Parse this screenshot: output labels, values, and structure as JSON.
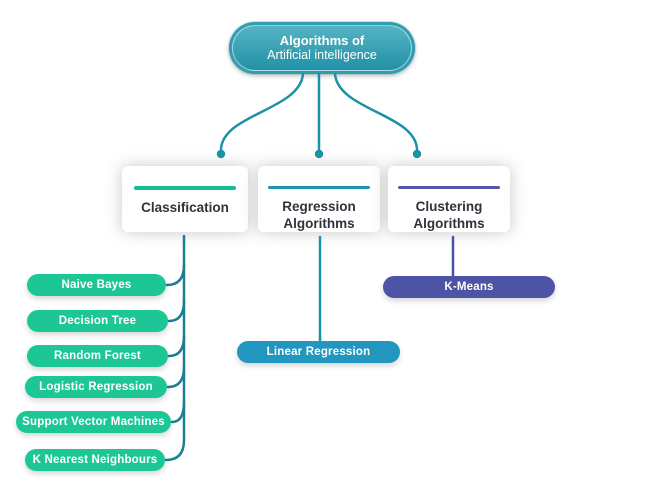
{
  "title_node": {
    "line1": "Algorithms of",
    "line2": "Artificial intelligence"
  },
  "branches": [
    {
      "name": "Classification",
      "line1": "Classification",
      "accent": "#14bd96",
      "children": [
        "Naive Bayes",
        "Decision Tree",
        "Random Forest",
        "Logistic Regression",
        "Support Vector Machines",
        "K Nearest Neighbours"
      ]
    },
    {
      "name": "Regression Algorithms",
      "line1": "Regression",
      "line2": "Algorithms",
      "accent": "#1b93a8",
      "children": [
        "Linear Regression"
      ]
    },
    {
      "name": "Clustering Algorithms",
      "line1": "Clustering",
      "line2": "Algorithms",
      "accent": "#5257a7",
      "children": [
        "K-Means"
      ]
    }
  ],
  "colors": {
    "background": "#ffffff",
    "root_ring": "#2f9dae",
    "root_fill_top": "#55b4c2",
    "root_fill_bottom": "#2191a7",
    "connector_teal": "#1b91a4",
    "classification_line": "#1b7f93",
    "regression_line": "#1b93a8",
    "clustering_line": "#4c52a4",
    "pill_green": "#1cc795",
    "pill_blue": "#2196bf",
    "pill_purple": "#4e54a5",
    "header_text": "#32323c"
  }
}
